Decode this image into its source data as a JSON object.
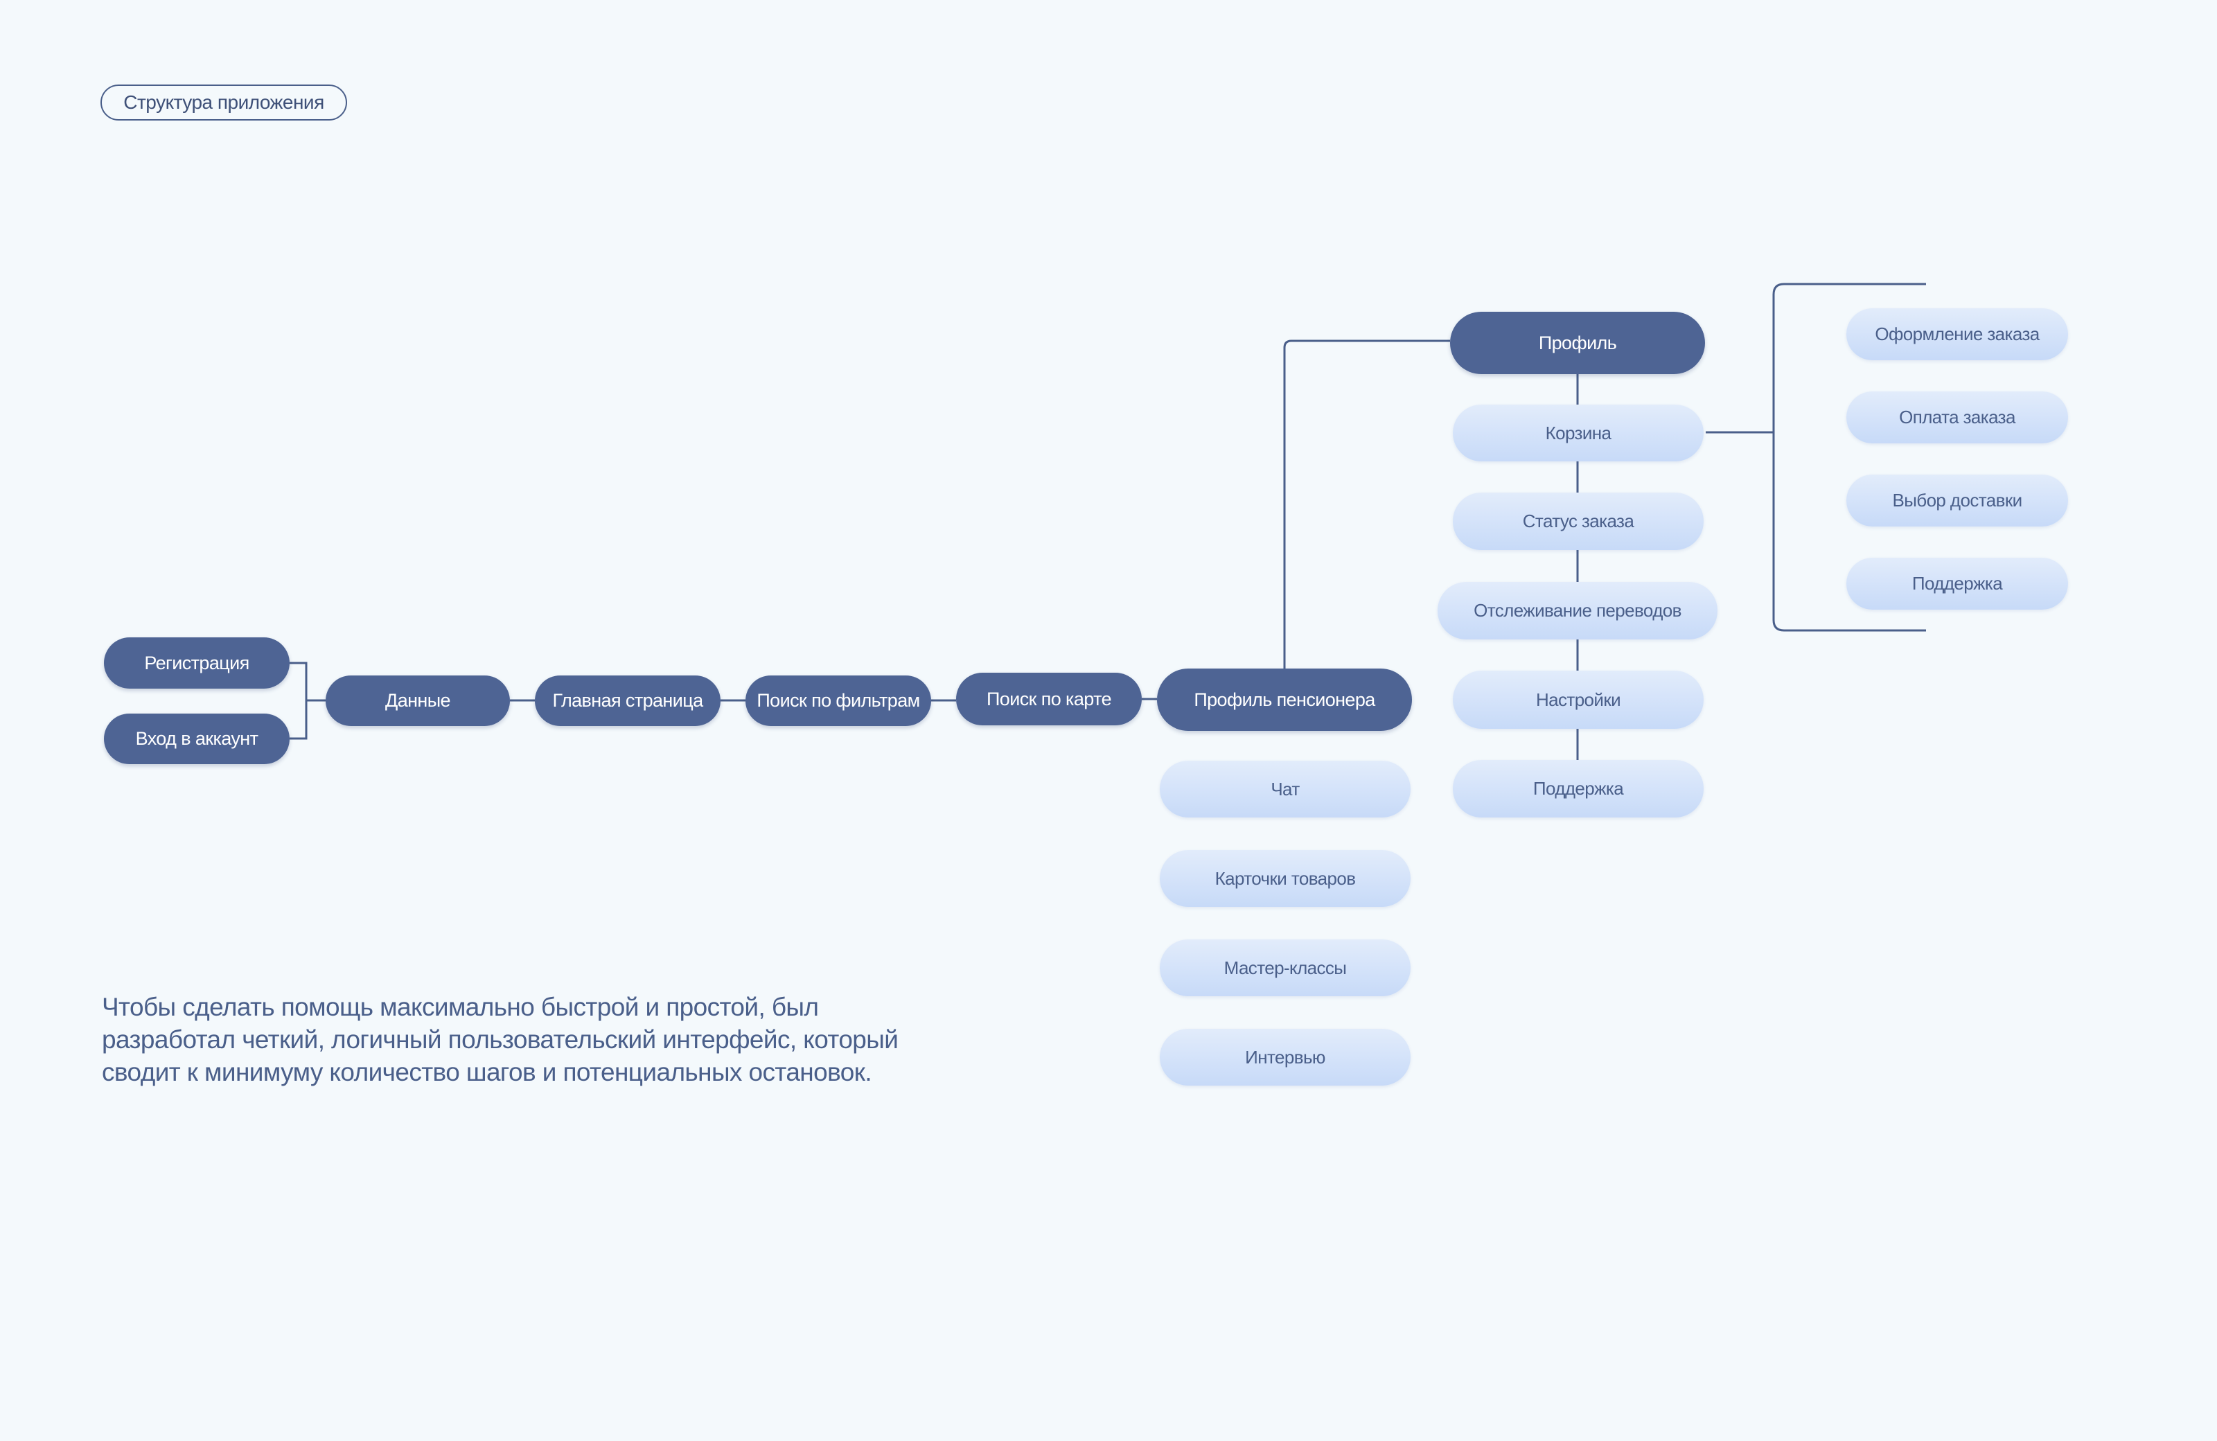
{
  "header": {
    "tag": "Структура приложения"
  },
  "nodes": {
    "registration": "Регистрация",
    "login": "Вход в аккаунт",
    "data": "Данные",
    "home": "Главная страница",
    "filter_search": "Поиск по фильтрам",
    "map_search": "Поиск по карте",
    "pensioner_profile": "Профиль пенсионера",
    "chat": "Чат",
    "product_cards": "Карточки товаров",
    "master_classes": "Мастер-классы",
    "interview": "Интервью",
    "profile": "Профиль",
    "cart": "Корзина",
    "order_status": "Статус заказа",
    "transfer_tracking": "Отслеживание переводов",
    "settings": "Настройки",
    "support": "Поддержка",
    "checkout": "Оформление заказа",
    "payment": "Оплата заказа",
    "delivery_choice": "Выбор доставки",
    "cart_support": "Поддержка"
  },
  "description": "Чтобы сделать помощь максимально быстрой и простой, был разработал четкий, логичный пользовательский интерфейс, который сводит к минимуму количество шагов и потенциальных остановок.",
  "colors": {
    "background": "#f4f9fc",
    "primary_node": "#4e6494",
    "secondary_node": "#d3e2fa",
    "connector": "#4a5f8a",
    "text": "#4a5f8a"
  }
}
